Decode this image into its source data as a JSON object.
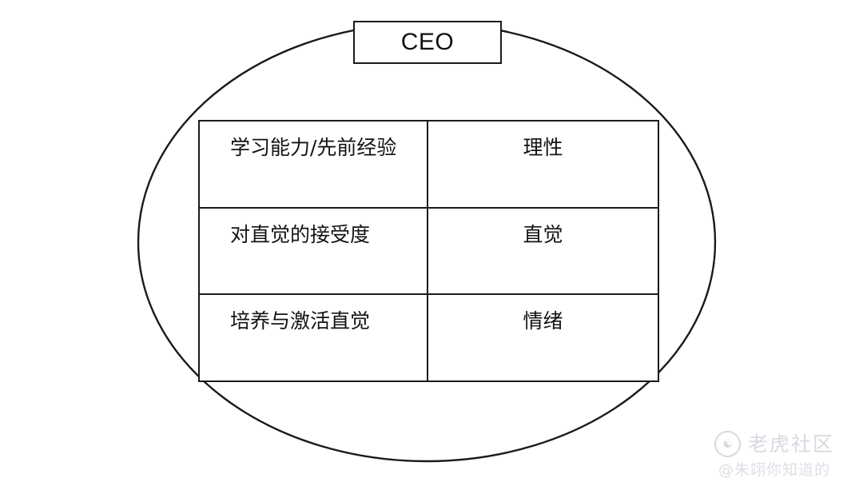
{
  "diagram": {
    "title_box": {
      "label": "CEO",
      "shape": "rectangle"
    },
    "container": {
      "shape": "ellipse",
      "stroke_color": "#1a1a1a"
    },
    "table": {
      "columns": 2,
      "rows": [
        {
          "factor": "学习能力/先前经验",
          "mode": "理性"
        },
        {
          "factor": "对直觉的接受度",
          "mode": "直觉"
        },
        {
          "factor": "培养与激活直觉",
          "mode": "情绪"
        }
      ]
    }
  },
  "watermark": {
    "logo_glyph": "☯",
    "brand": "老虎社区",
    "handle": "@朱翊你知道的",
    "color": "#d7dae1"
  }
}
